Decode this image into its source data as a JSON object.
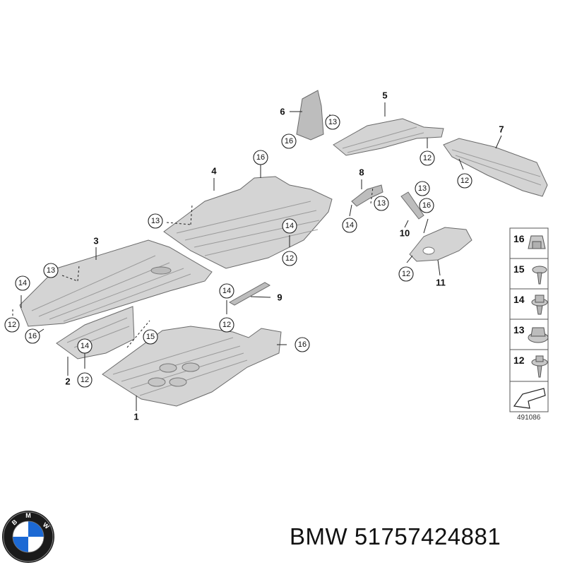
{
  "callouts": {
    "c1": "1",
    "c2": "2",
    "c3": "3",
    "c4": "4",
    "c5": "5",
    "c6": "6",
    "c7": "7",
    "c8": "8",
    "c9": "9",
    "c10": "10",
    "c11": "11",
    "b6_13": "13",
    "b6_16": "16",
    "b5_12": "12",
    "b7_12": "12",
    "b4_16": "16",
    "b4_13": "13",
    "b4_14": "14",
    "b4_12": "12",
    "b8_14": "14",
    "b8_13": "13",
    "b10_13": "13",
    "b10_16": "16",
    "b11_12": "12",
    "b3_13": "13",
    "b3_14": "14",
    "b3_12": "12",
    "b3_16": "16",
    "b9_14": "14",
    "b9_12": "12",
    "b2_14": "14",
    "b2_12": "12",
    "b2_15": "15",
    "b1_16": "16"
  },
  "legend": {
    "items": [
      "16",
      "15",
      "14",
      "13",
      "12"
    ],
    "diagram_ref": "491086"
  },
  "caption": {
    "brand": "BMW",
    "part_number": "51757424881"
  },
  "logo": {
    "letters": "BMW",
    "colors": {
      "blue": "#1c69d4",
      "white": "#ffffff",
      "ring": "#1a1a1a"
    }
  }
}
